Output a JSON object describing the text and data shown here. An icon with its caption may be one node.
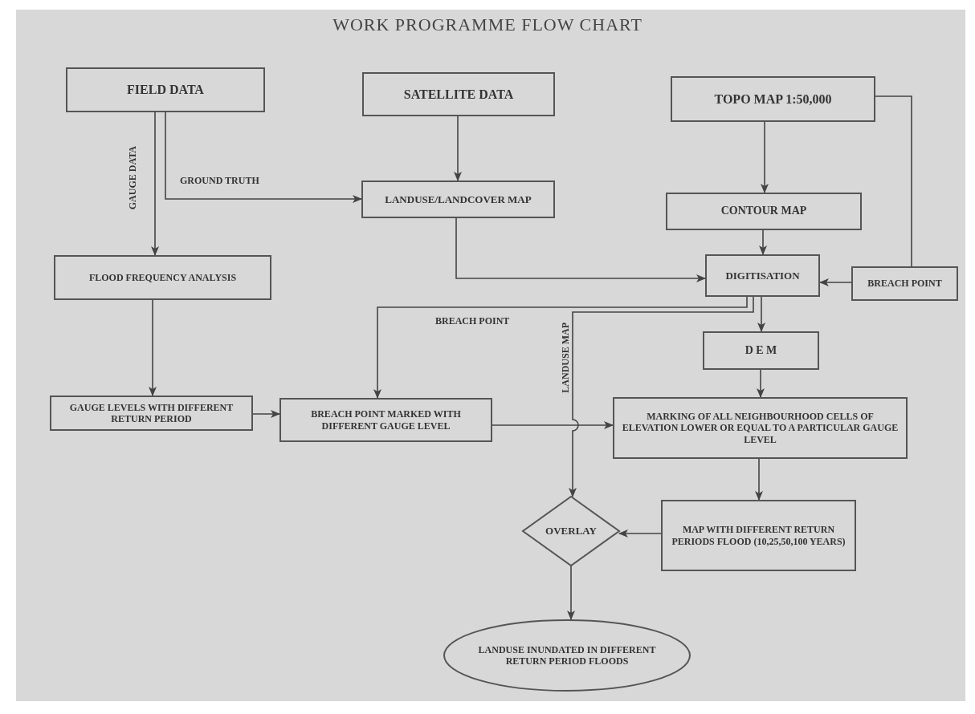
{
  "diagram": {
    "title": "WORK PROGRAMME FLOW CHART",
    "nodes": [
      {
        "text": [
          "FIELD DATA"
        ]
      },
      {
        "text": [
          "SATELLITE DATA"
        ]
      },
      {
        "text": [
          "TOPO MAP 1:50,000"
        ]
      },
      {
        "text": [
          "LANDUSE/LANDCOVER MAP"
        ]
      },
      {
        "text": [
          "CONTOUR MAP"
        ]
      },
      {
        "text": [
          "FLOOD FREQUENCY ANALYSIS"
        ]
      },
      {
        "text": [
          "DIGITISATION"
        ]
      },
      {
        "text": [
          "BREACH POINT"
        ]
      },
      {
        "text": [
          "D E M"
        ]
      },
      {
        "text": [
          "GAUGE LEVELS WITH DIFFERENT RETURN PERIOD"
        ]
      },
      {
        "text": [
          "BREACH POINT MARKED WITH DIFFERENT GAUGE LEVEL"
        ]
      },
      {
        "text": [
          "MARKING OF ALL NEIGHBOURHOOD CELLS OF ELEVATION LOWER OR EQUAL TO A PARTICULAR GAUGE LEVEL"
        ]
      },
      {
        "text": [
          "OVERLAY"
        ]
      },
      {
        "text": [
          "MAP WITH DIFFERENT RETURN PERIODS FLOOD (10,25,50,100 YEARS)"
        ]
      },
      {
        "text": [
          "LANDUSE INUNDATED IN DIFFERENT RETURN PERIOD FLOODS"
        ]
      }
    ],
    "edges": [
      {
        "from": 0,
        "to": 5,
        "arrow": "to",
        "label": "GAUGE DATA"
      },
      {
        "from": 0,
        "to": 3,
        "arrow": "to",
        "label": "GROUND TRUTH"
      },
      {
        "from": 1,
        "to": 3,
        "arrow": "to"
      },
      {
        "from": 2,
        "to": 4,
        "arrow": "to"
      },
      {
        "from": 2,
        "to": 7,
        "arrow": "none"
      },
      {
        "from": 4,
        "to": 6,
        "arrow": "to"
      },
      {
        "from": 3,
        "to": 6,
        "arrow": "to"
      },
      {
        "from": 7,
        "to": 6,
        "arrow": "to"
      },
      {
        "from": 6,
        "to": 8,
        "arrow": "to"
      },
      {
        "from": 6,
        "to": 10,
        "arrow": "to",
        "label": "BREACH POINT"
      },
      {
        "from": 6,
        "to": 12,
        "arrow": "to",
        "label": "LANDUSE MAP"
      },
      {
        "from": 8,
        "to": 11,
        "arrow": "to"
      },
      {
        "from": 5,
        "to": 9,
        "arrow": "to"
      },
      {
        "from": 9,
        "to": 10,
        "arrow": "to"
      },
      {
        "from": 10,
        "to": 11,
        "arrow": "to"
      },
      {
        "from": 11,
        "to": 13,
        "arrow": "to"
      },
      {
        "from": 13,
        "to": 12,
        "arrow": "to"
      },
      {
        "from": 12,
        "to": 14,
        "arrow": "to"
      }
    ]
  }
}
